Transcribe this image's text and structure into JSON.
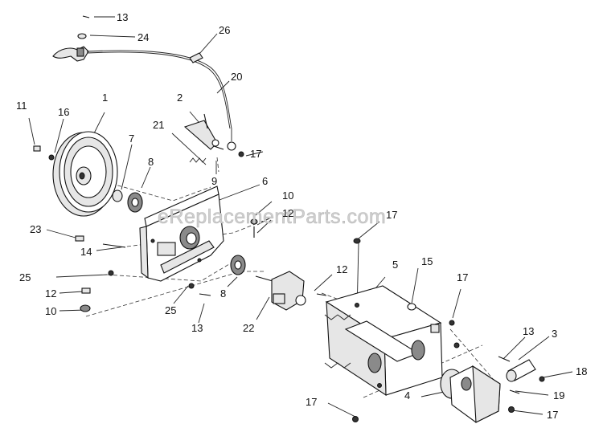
{
  "watermark": "eReplacementParts.com",
  "callouts": [
    "13",
    "24",
    "26",
    "20",
    "1",
    "11",
    "16",
    "2",
    "21",
    "17",
    "7",
    "8",
    "9",
    "6",
    "10",
    "12",
    "23",
    "17",
    "14",
    "5",
    "15",
    "25",
    "12",
    "8",
    "12",
    "17",
    "10",
    "25",
    "13",
    "22",
    "13",
    "3",
    "18",
    "19",
    "17",
    "4",
    "17"
  ]
}
